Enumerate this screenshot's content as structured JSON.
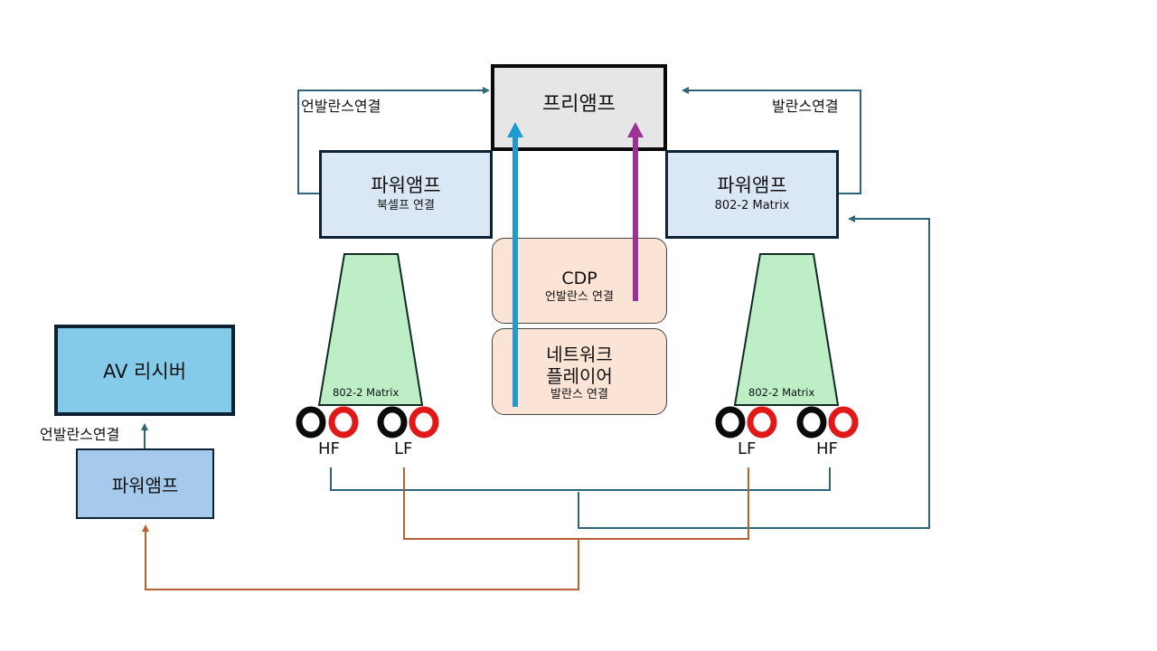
{
  "diagram": {
    "preamp": {
      "label": "프리앰프"
    },
    "power_amp_left": {
      "title": "파워앰프",
      "subtitle": "북셀프 연결"
    },
    "power_amp_right": {
      "title": "파워앰프",
      "subtitle": "802-2 Matrix"
    },
    "cdp": {
      "title": "CDP",
      "subtitle": "언발란스 연결"
    },
    "network_player": {
      "title_line1": "네트워크",
      "title_line2": "플레이어",
      "subtitle": "발란스 연결"
    },
    "av_receiver": {
      "label": "AV 리시버"
    },
    "power_amp_small": {
      "label": "파워앰프"
    },
    "labels": {
      "unbalanced_top_left": "언발란스연결",
      "balanced_top_right": "발란스연결",
      "unbalanced_av": "언발란스연결"
    },
    "speaker_left": {
      "model": "802-2 Matrix",
      "terminals": [
        "HF",
        "LF"
      ]
    },
    "speaker_right": {
      "model": "802-2 Matrix",
      "terminals": [
        "LF",
        "HF"
      ]
    },
    "colors": {
      "connector_teal": "#2f6579",
      "connector_brown": "#b5642e",
      "arrow_network": "#1f9bd0",
      "arrow_cdp": "#9b3393",
      "speaker_fill": "#bdeec6",
      "terminal_red": "#e01818"
    }
  }
}
